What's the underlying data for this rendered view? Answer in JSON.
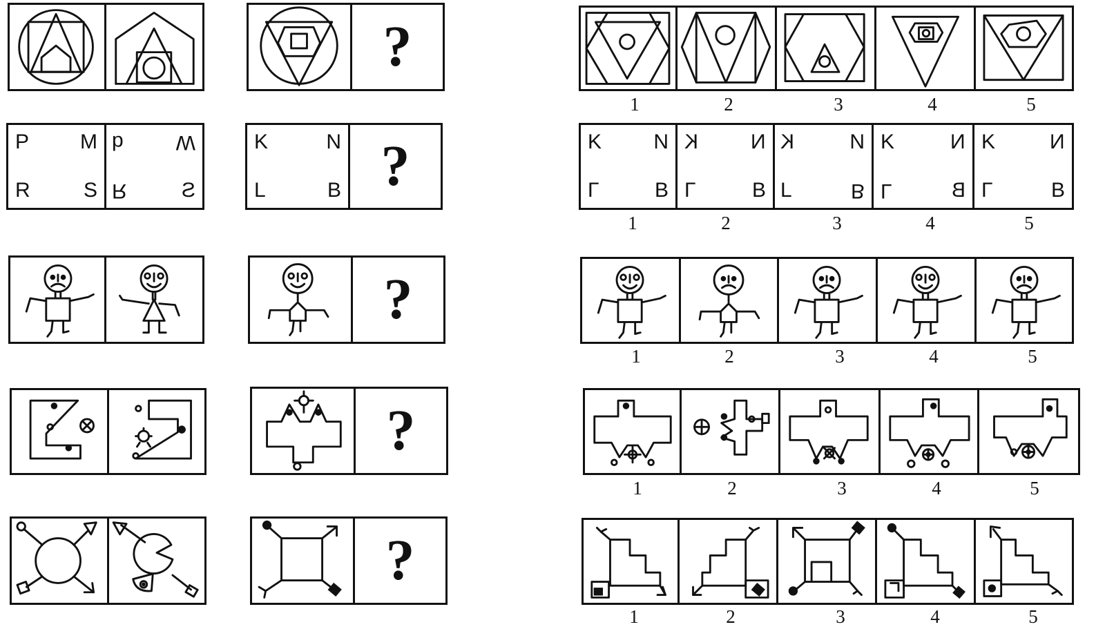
{
  "question_mark": "?",
  "option_numbers": [
    "1",
    "2",
    "3",
    "4",
    "5"
  ],
  "letters": {
    "example_a": {
      "tl": "P",
      "tr": "M",
      "bl": "R",
      "br": "S"
    },
    "example_b": {
      "tl": "b",
      "tr": "W",
      "bl": "R",
      "br": "S"
    },
    "task": {
      "tl": "K",
      "tr": "N",
      "bl": "L",
      "br": "B"
    },
    "options": [
      {
        "tl": "K",
        "tr": "N",
        "bl": "Г",
        "br": "B"
      },
      {
        "tl": "K",
        "tr": "N",
        "bl": "Г",
        "br": "B"
      },
      {
        "tl": "K",
        "tr": "N",
        "bl": "L",
        "br": "B"
      },
      {
        "tl": "K",
        "tr": "N",
        "bl": "L",
        "br": "B"
      },
      {
        "tl": "K",
        "tr": "N",
        "bl": "Г",
        "br": "B"
      }
    ]
  },
  "icons": {
    "puzzle_1_a": "circle-square-triangle-house-icon",
    "puzzle_1_b": "chevron-triangle-circle-icon",
    "puzzle_1_task": "circle-triangle-hexagon-square-icon",
    "puzzle_3": "stick-figure-icon",
    "puzzle_4": "notched-shape-with-dots-icon",
    "puzzle_5": "shape-with-corner-arrows-icon"
  }
}
